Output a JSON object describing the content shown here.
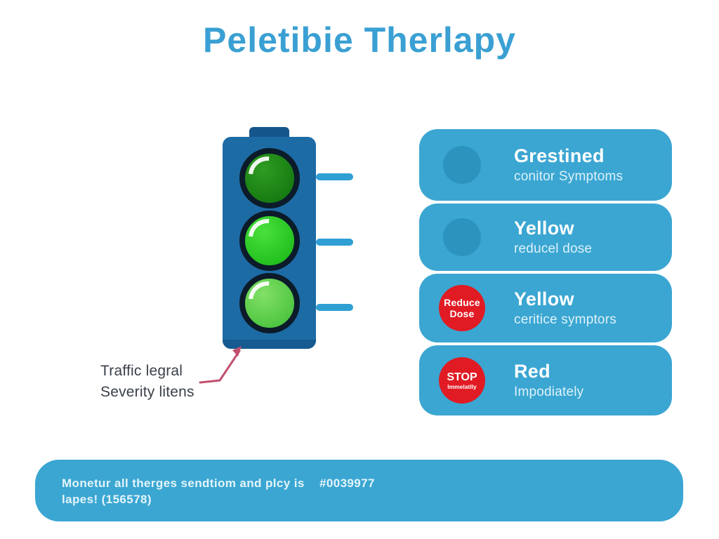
{
  "title": "Peletibie Therlapy",
  "colors": {
    "title_blue": "#3aa0d3",
    "panel_blue": "#3ba6d2",
    "panel_circle_blue": "#2b93be",
    "alert_red": "#e01b24",
    "traffic_body_blue": "#1d6ba5",
    "traffic_dark_blue": "#14568b",
    "light_ring_navy": "#0c1b2a",
    "green_dark": "#0e700c",
    "green_bright": "#15b515",
    "green_light": "#3dbc35",
    "connector_blue": "#2f9fd4",
    "arrow_pink": "#c14f6e",
    "annotation_text": "#3a4049"
  },
  "traffic_light": {
    "lights": [
      {
        "name": "top-light",
        "shade": "dark-green"
      },
      {
        "name": "middle-light",
        "shade": "bright-green"
      },
      {
        "name": "bottom-light",
        "shade": "light-green"
      }
    ]
  },
  "annotation": {
    "line1": "Traffic legral",
    "line2": "Severity litens"
  },
  "rows": [
    {
      "label": "Grestined",
      "sublabel": "conitor Symptoms"
    },
    {
      "label": "Yellow",
      "sublabel": "reducel dose"
    },
    {
      "label": "Yellow",
      "sublabel": "ceritice symptors",
      "badge": {
        "line1": "Reduce",
        "line2": "Dose"
      }
    },
    {
      "label": "Red",
      "sublabel": "Impodiately",
      "badge": {
        "line1": "STOP",
        "line2": "Immelatlly"
      }
    }
  ],
  "footer": {
    "line1": "Monetur all therges sendtiom and plcy is",
    "line2": "lapes! (156578)",
    "ref": "#0039977"
  }
}
